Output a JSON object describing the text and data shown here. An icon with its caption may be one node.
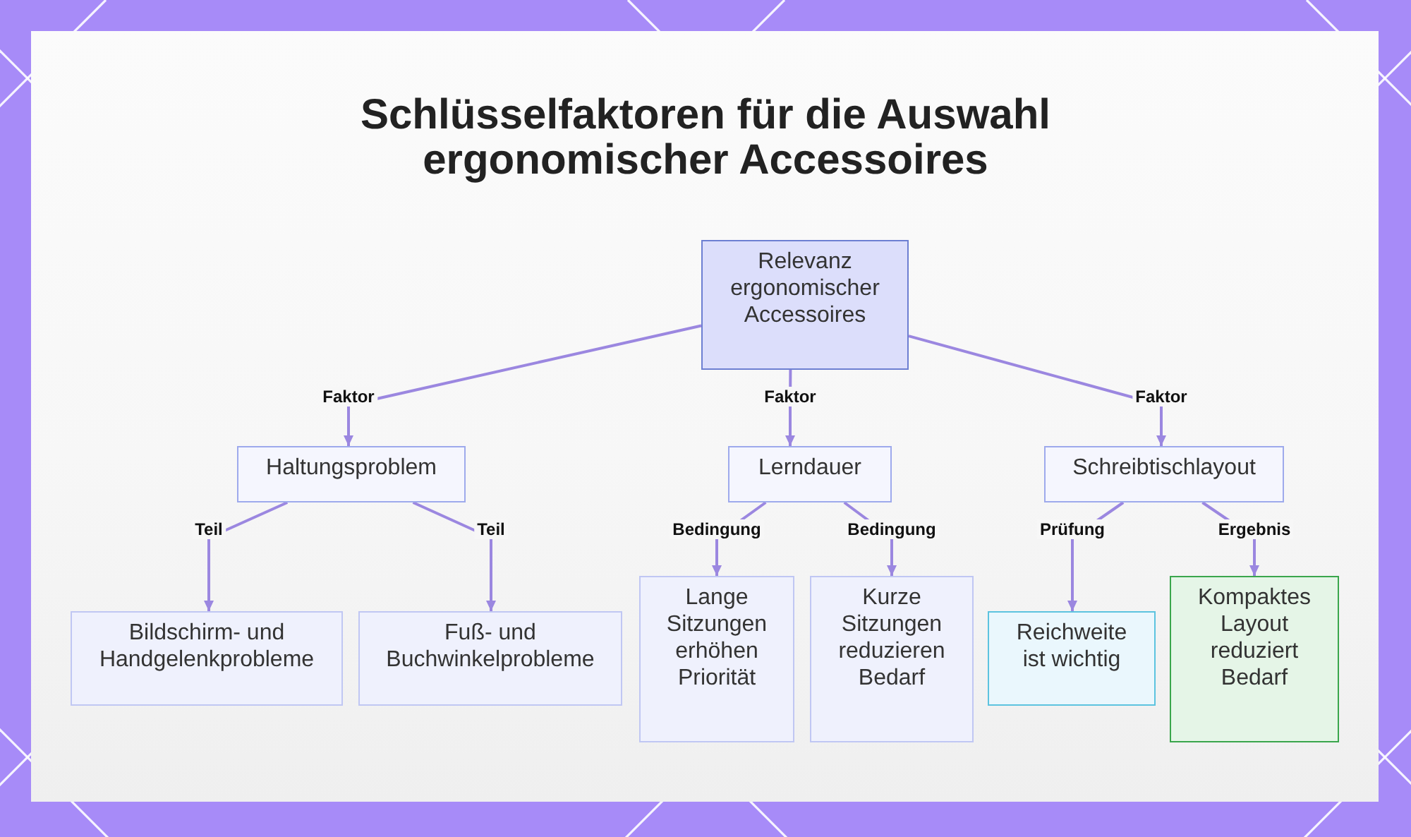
{
  "diagram": {
    "title": "Schlüsselfaktoren für die Auswahl ergonomischer Accessoires",
    "nodes": [
      {
        "text": [
          "Relevanz ergonomischer Accessoires"
        ]
      },
      {
        "text": [
          "Haltungsproblem"
        ]
      },
      {
        "text": [
          "Lerndauer"
        ]
      },
      {
        "text": [
          "Schreibtischlayout"
        ]
      },
      {
        "text": [
          "Bildschirm- und Handgelenkprobleme"
        ]
      },
      {
        "text": [
          "Fuß- und Buchwinkelprobleme"
        ]
      },
      {
        "text": [
          "Lange Sitzungen erhöhen Priorität"
        ]
      },
      {
        "text": [
          "Kurze Sitzungen reduzieren Bedarf"
        ]
      },
      {
        "text": [
          "Reichweite ist wichtig"
        ]
      },
      {
        "text": [
          "Kompaktes Layout reduziert Bedarf"
        ]
      }
    ],
    "edges": [
      {
        "from": 0,
        "to": 1,
        "arrow": "to",
        "label": "Faktor"
      },
      {
        "from": 0,
        "to": 2,
        "arrow": "to",
        "label": "Faktor"
      },
      {
        "from": 0,
        "to": 3,
        "arrow": "to",
        "label": "Faktor"
      },
      {
        "from": 1,
        "to": 4,
        "arrow": "to",
        "label": "Teil"
      },
      {
        "from": 1,
        "to": 5,
        "arrow": "to",
        "label": "Teil"
      },
      {
        "from": 2,
        "to": 6,
        "arrow": "to",
        "label": "Bedingung"
      },
      {
        "from": 2,
        "to": 7,
        "arrow": "to",
        "label": "Bedingung"
      },
      {
        "from": 3,
        "to": 8,
        "arrow": "to",
        "label": "Prüfung"
      },
      {
        "from": 3,
        "to": 9,
        "arrow": "to",
        "label": "Ergebnis"
      }
    ]
  }
}
